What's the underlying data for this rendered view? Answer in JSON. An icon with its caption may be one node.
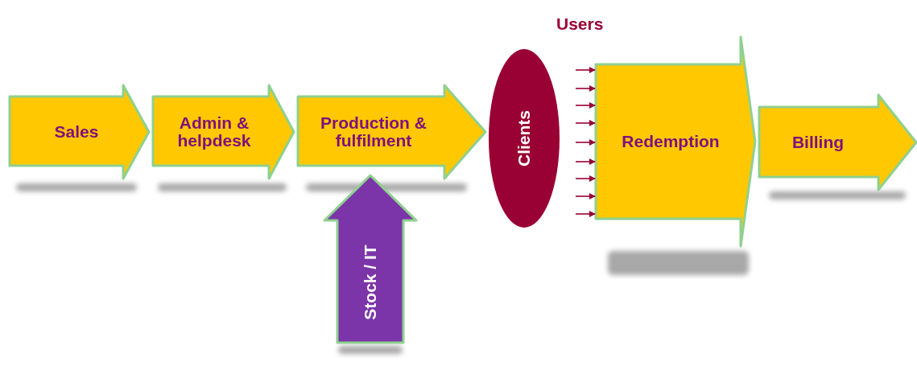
{
  "diagram": {
    "nodes": [
      {
        "text": [
          "Sales"
        ]
      },
      {
        "text": [
          "Admin & helpdesk"
        ]
      },
      {
        "text": [
          "Production & fulfilment"
        ]
      },
      {
        "text": [
          "Stock / IT"
        ]
      },
      {
        "text": [
          "Clients"
        ]
      },
      {
        "text": [
          "Redemption"
        ]
      },
      {
        "text": [
          "Billing"
        ]
      }
    ],
    "edges": [
      {
        "from": null,
        "to": 5,
        "arrow": "to"
      },
      {
        "from": null,
        "to": 5,
        "arrow": "to"
      },
      {
        "from": null,
        "to": 5,
        "arrow": "to"
      },
      {
        "from": null,
        "to": 5,
        "arrow": "to"
      },
      {
        "from": null,
        "to": 5,
        "arrow": "to"
      },
      {
        "from": null,
        "to": 5,
        "arrow": "to"
      },
      {
        "from": null,
        "to": 5,
        "arrow": "to"
      },
      {
        "from": null,
        "to": 5,
        "arrow": "to"
      },
      {
        "from": null,
        "to": 5,
        "arrow": "to"
      }
    ],
    "labels": [
      "Users"
    ]
  }
}
